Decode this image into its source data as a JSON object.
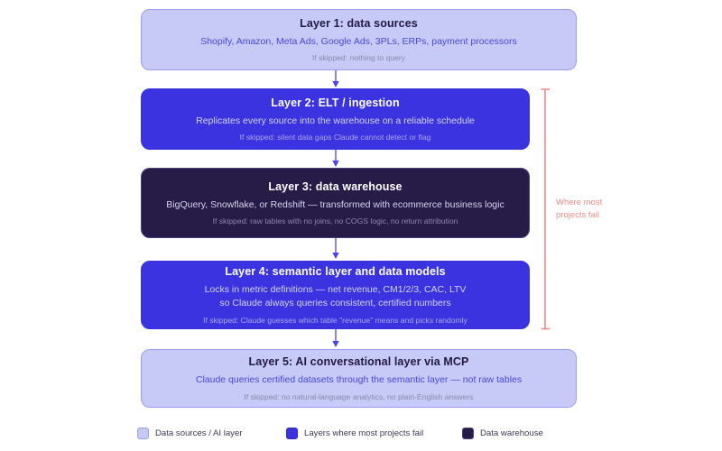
{
  "diagram": {
    "layers": [
      {
        "id": "layer-1",
        "title": "Layer 1: data sources",
        "desc_lines": [
          "Shopify, Amazon, Meta Ads, Google Ads, 3PLs, ERPs, payment processors"
        ],
        "skipped": "If skipped: nothing to query",
        "tone": "light"
      },
      {
        "id": "layer-2",
        "title": "Layer 2: ELT / ingestion",
        "desc_lines": [
          "Replicates every source into the warehouse on a reliable schedule"
        ],
        "skipped": "If skipped: silent data gaps Claude cannot detect or flag",
        "tone": "indigo"
      },
      {
        "id": "layer-3",
        "title": "Layer 3: data warehouse",
        "desc_lines": [
          "BigQuery, Snowflake, or Redshift — transformed with ecommerce business logic"
        ],
        "skipped": "If skipped: raw tables with no joins, no COGS logic, no return attribution",
        "tone": "dark"
      },
      {
        "id": "layer-4",
        "title": "Layer 4: semantic layer and data models",
        "desc_lines": [
          "Locks in metric definitions — net revenue, CM1/2/3, CAC, LTV",
          "so Claude always queries consistent, certified numbers"
        ],
        "skipped": "If skipped: Claude guesses which table \"revenue\" means and picks randomly",
        "tone": "indigo"
      },
      {
        "id": "layer-5",
        "title": "Layer 5: AI conversational layer via MCP",
        "desc_lines": [
          "Claude queries certified datasets through the semantic layer — not raw tables"
        ],
        "skipped": "If skipped: no natural-language analytics, no plain-English answers",
        "tone": "light"
      }
    ],
    "annotation": {
      "line1": "Where most",
      "line2": "projects fail",
      "color": "#f08a8a"
    },
    "legend": [
      {
        "label": "Data sources / AI layer",
        "swatch": "light",
        "color": "#c7c9f7"
      },
      {
        "label": "Layers where most projects fail",
        "swatch": "indigo",
        "color": "#3b33e0"
      },
      {
        "label": "Data warehouse",
        "swatch": "dark",
        "color": "#271c48"
      }
    ],
    "connector_color": "#4a43e8"
  }
}
